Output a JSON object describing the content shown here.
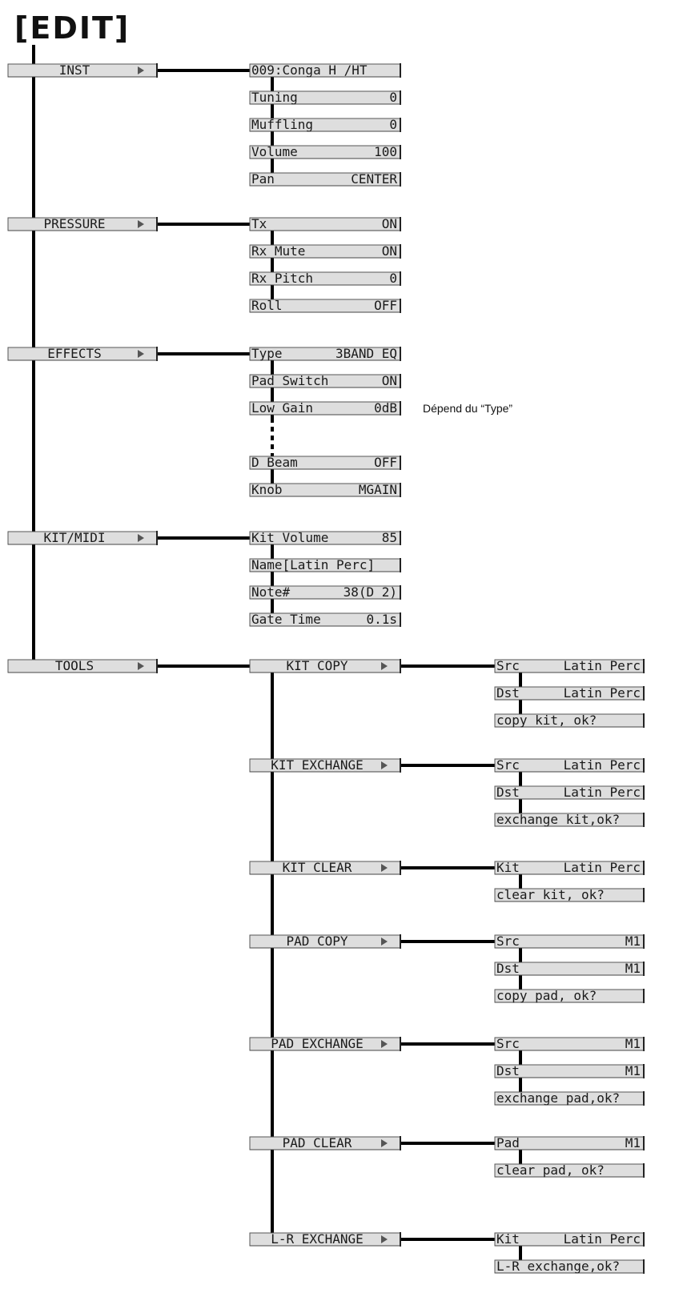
{
  "title": "[EDIT]",
  "menus": [
    {
      "label": "INST",
      "arrow": true,
      "params": [
        {
          "name": "009:Conga H /HT",
          "value": ""
        },
        {
          "name": "Tuning",
          "value": "0"
        },
        {
          "name": "Muffling",
          "value": "0"
        },
        {
          "name": "Volume",
          "value": "100"
        },
        {
          "name": "Pan",
          "value": "CENTER"
        }
      ]
    },
    {
      "label": "PRESSURE",
      "arrow": true,
      "params": [
        {
          "name": "Tx",
          "value": "ON"
        },
        {
          "name": "Rx Mute",
          "value": "ON"
        },
        {
          "name": "Rx Pitch",
          "value": "0"
        },
        {
          "name": "Roll",
          "value": "OFF"
        }
      ]
    },
    {
      "label": "EFFECTS",
      "arrow": true,
      "params": [
        {
          "name": "Type",
          "value": "3BAND EQ"
        },
        {
          "name": "Pad Switch",
          "value": "ON"
        },
        {
          "name": "Low Gain",
          "value": "0dB"
        },
        {
          "name": "D Beam",
          "value": "OFF"
        },
        {
          "name": "Knob",
          "value": "MGAIN"
        }
      ],
      "note": "Dépend du “Type”"
    },
    {
      "label": "KIT/MIDI",
      "arrow": true,
      "params": [
        {
          "name": "Kit Volume",
          "value": "85"
        },
        {
          "name": "Name[Latin Perc]",
          "value": ""
        },
        {
          "name": "Note#",
          "value": "38(D 2)"
        },
        {
          "name": "Gate Time",
          "value": "0.1s"
        }
      ]
    },
    {
      "label": "TOOLS",
      "arrow": true,
      "submenus": [
        {
          "label": "KIT COPY",
          "arrow": true,
          "params": [
            {
              "name": "Src",
              "value": "Latin Perc"
            },
            {
              "name": "Dst",
              "value": "Latin Perc"
            },
            {
              "name": "copy kit, ok?",
              "value": ""
            }
          ]
        },
        {
          "label": "KIT EXCHANGE",
          "arrow": true,
          "params": [
            {
              "name": "Src",
              "value": "Latin Perc"
            },
            {
              "name": "Dst",
              "value": "Latin Perc"
            },
            {
              "name": "exchange kit,ok?",
              "value": ""
            }
          ]
        },
        {
          "label": "KIT CLEAR",
          "arrow": true,
          "params": [
            {
              "name": "Kit",
              "value": "Latin Perc"
            },
            {
              "name": "clear kit, ok?",
              "value": ""
            }
          ]
        },
        {
          "label": "PAD COPY",
          "arrow": true,
          "params": [
            {
              "name": "Src",
              "value": "M1"
            },
            {
              "name": "Dst",
              "value": "M1"
            },
            {
              "name": "copy pad, ok?",
              "value": ""
            }
          ]
        },
        {
          "label": "PAD EXCHANGE",
          "arrow": true,
          "params": [
            {
              "name": "Src",
              "value": "M1"
            },
            {
              "name": "Dst",
              "value": "M1"
            },
            {
              "name": "exchange pad,ok?",
              "value": ""
            }
          ]
        },
        {
          "label": "PAD CLEAR",
          "arrow": true,
          "params": [
            {
              "name": "Pad",
              "value": "M1"
            },
            {
              "name": "clear pad, ok?",
              "value": ""
            }
          ]
        },
        {
          "label": "L-R EXCHANGE",
          "arrow": true,
          "params": [
            {
              "name": "Kit",
              "value": "Latin Perc"
            },
            {
              "name": "L-R exchange,ok?",
              "value": ""
            }
          ]
        }
      ]
    }
  ]
}
